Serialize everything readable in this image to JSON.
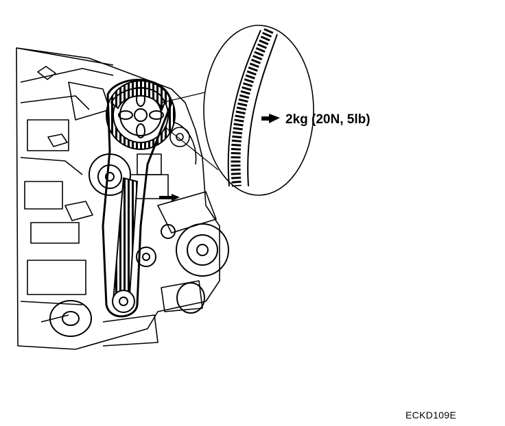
{
  "annotation": {
    "tension_label": "2kg (20N, 5lb)"
  },
  "figure": {
    "id_label": "ECKD109E"
  },
  "icons": {
    "engine": "engine-block-drawing",
    "belt": "timing-belt",
    "arrow": "pointer-arrow"
  }
}
